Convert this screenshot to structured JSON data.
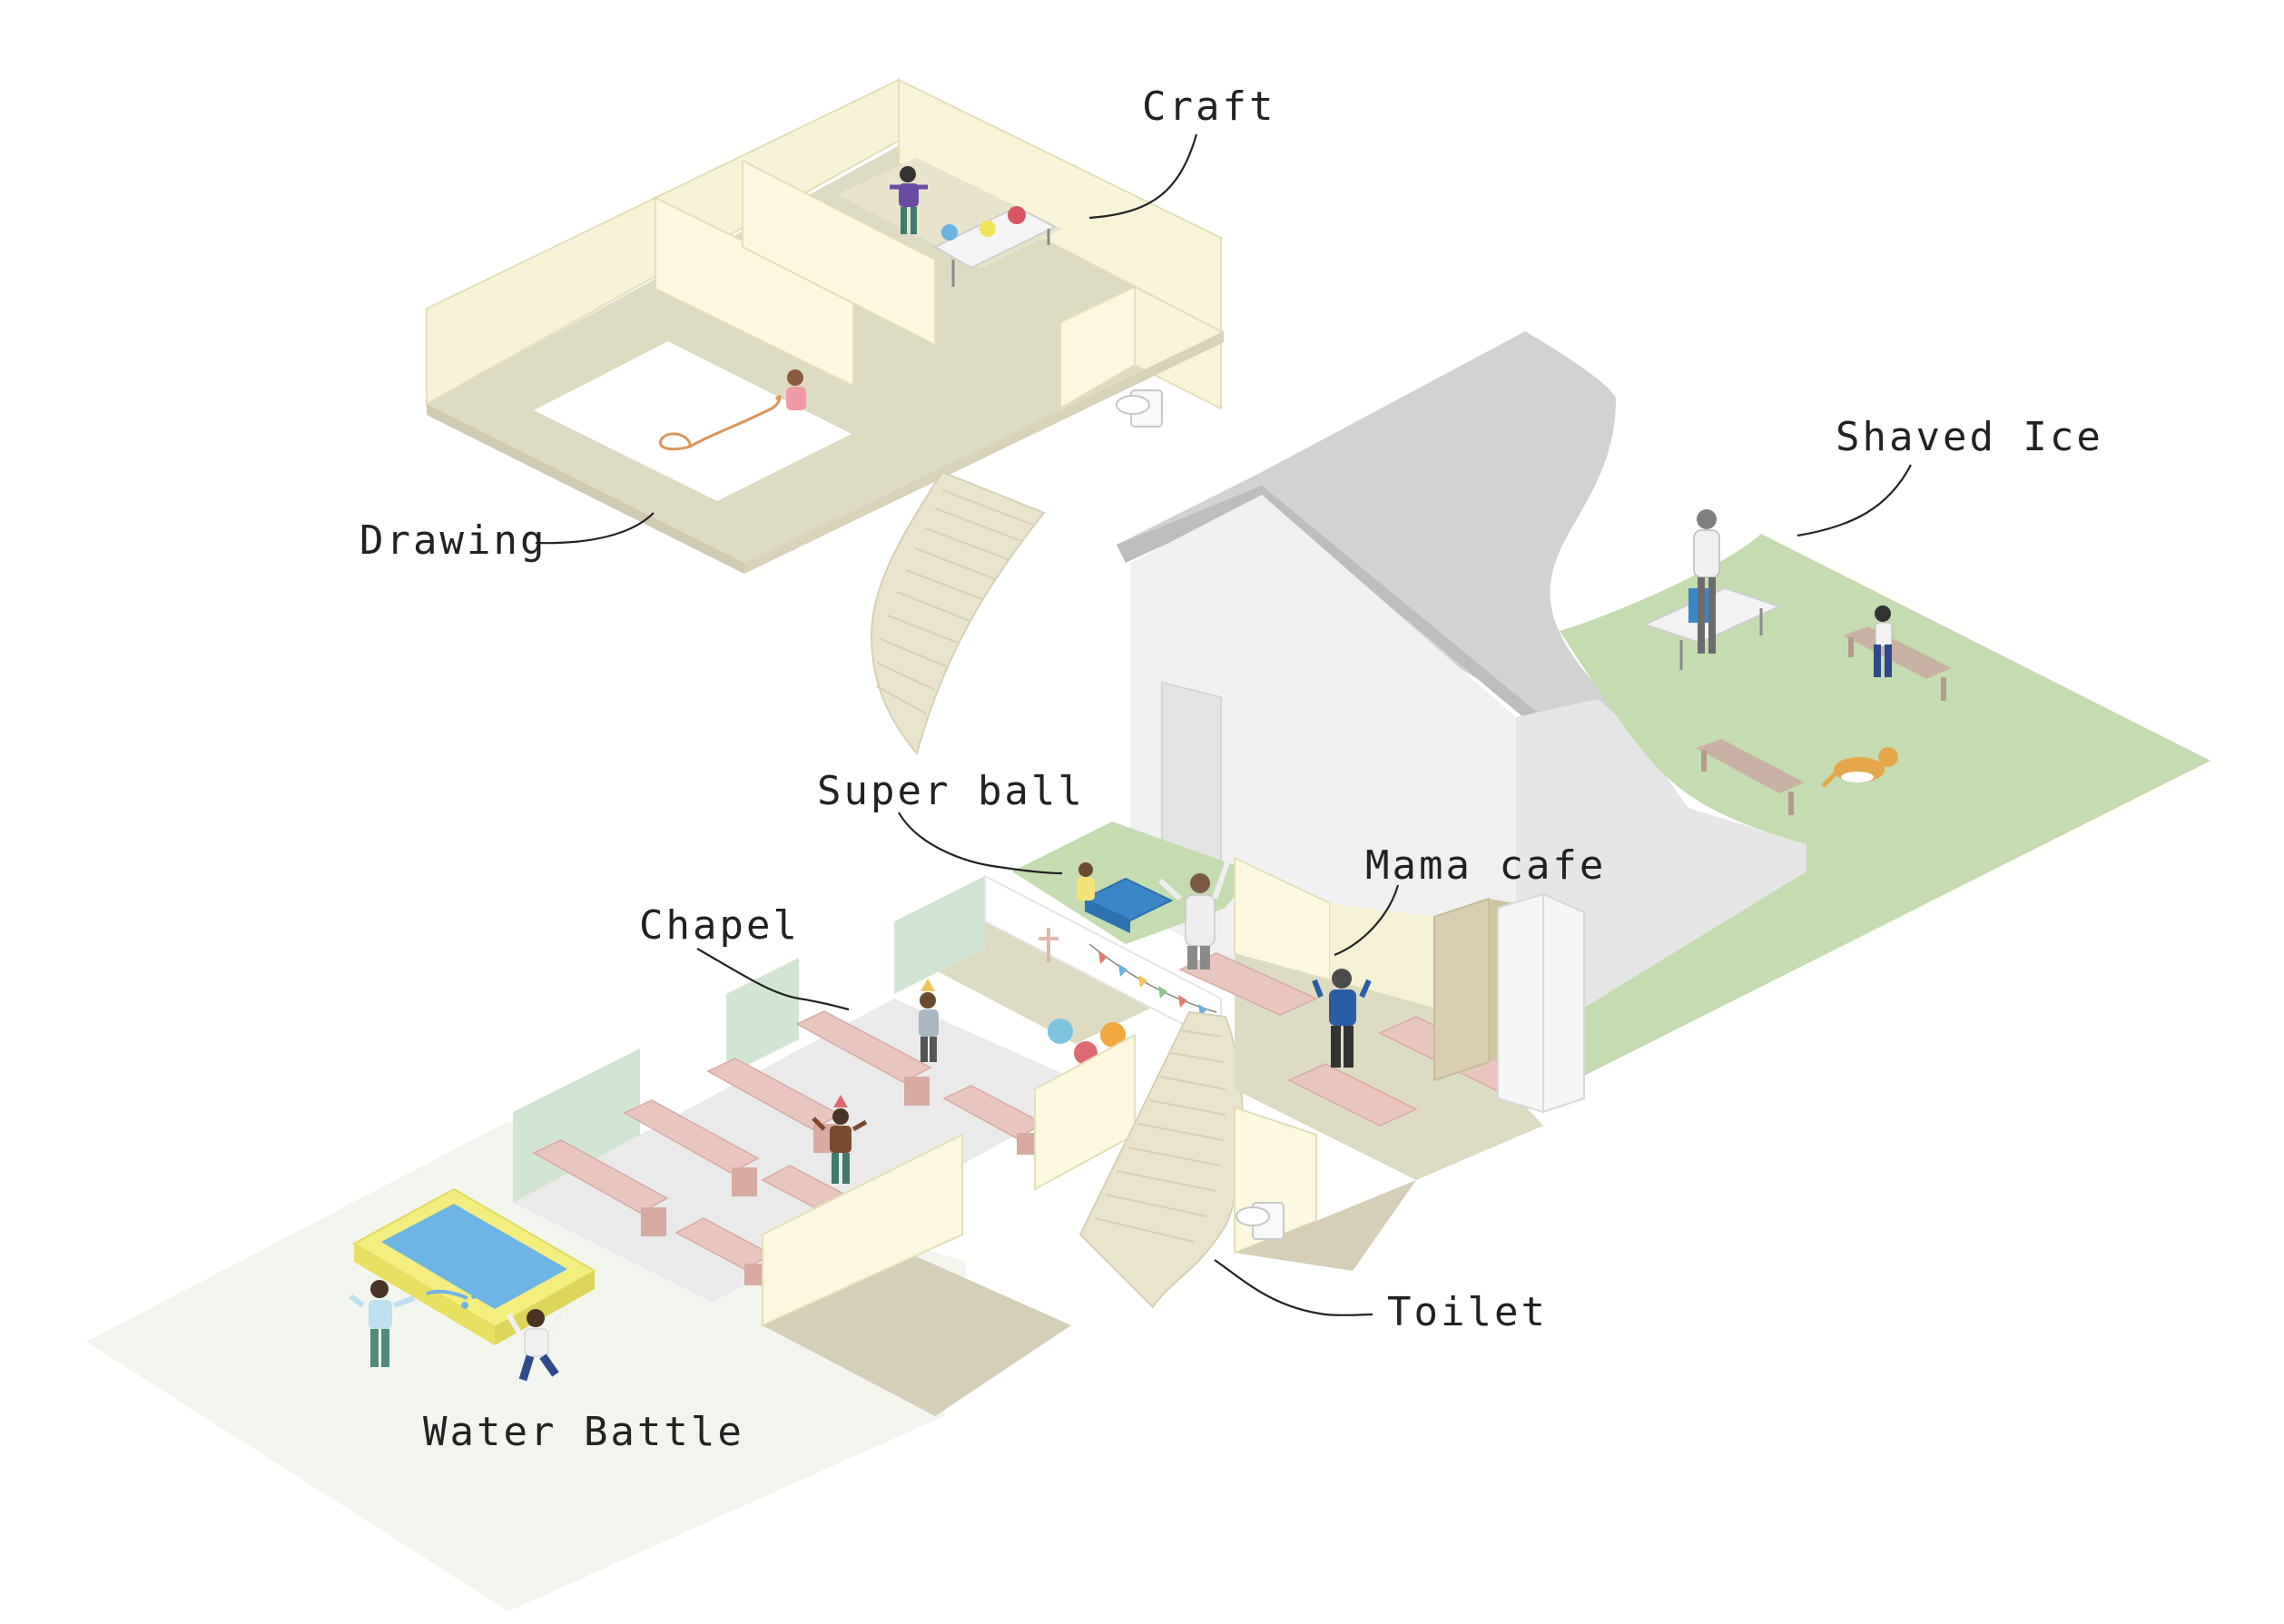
{
  "labels": {
    "craft": "Craft",
    "drawing": "Drawing",
    "shaved_ice": "Shaved Ice",
    "super_ball": "Super ball",
    "mama_cafe": "Mama cafe",
    "chapel": "Chapel",
    "toilet": "Toilet",
    "water_battle": "Water Battle"
  },
  "colors": {
    "wall_cream": "#fbf8df",
    "wall_edge": "#e3dfb9",
    "upper_floor": "#dedbc3",
    "floor_dark": "#d4cfb6",
    "stairs": "#e9e4cc",
    "roof": "#d2d2d2",
    "house_wall": "#f2f2f2",
    "grass": "#c4dcb0",
    "yard": "#f2f5ee",
    "chapel_floor": "#eaeaea",
    "pew": "#e8c6bf",
    "partition_green": "#d2e5d4",
    "pool_yellow": "#f3ee7d",
    "pool_water": "#6eb4e4",
    "kitchen": "#d9cfb0",
    "fridge": "#f4f6f5"
  }
}
